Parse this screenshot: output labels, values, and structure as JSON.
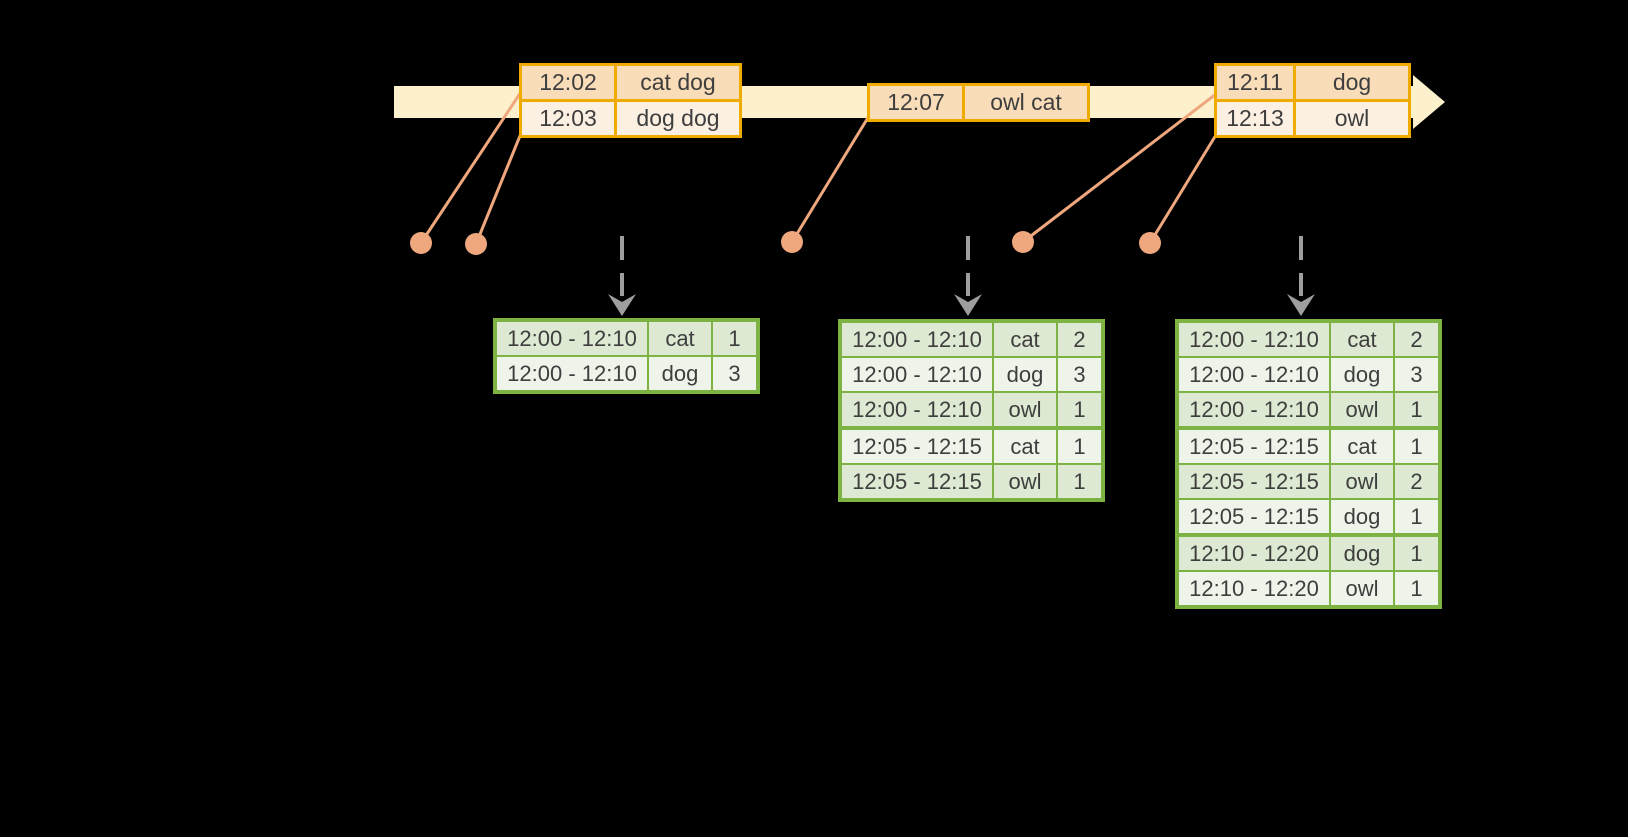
{
  "colors": {
    "background": "#000000",
    "timeline_band": "#FCF1CC",
    "event_table_border": "#F0AB00",
    "event_row_dark": "#F9DCB8",
    "event_row_light": "#FCF0E2",
    "connector": "#EFA77E",
    "dashed_arrow": "#9E9E9E",
    "result_table_border": "#7CB342",
    "result_row_dark": "#DDE9D2",
    "result_row_light": "#EFF4EB",
    "text": "#3E3E3E"
  },
  "timeline": {
    "event_tables": [
      {
        "rows": [
          {
            "time": "12:02",
            "words": "cat dog"
          },
          {
            "time": "12:03",
            "words": "dog dog"
          }
        ]
      },
      {
        "rows": [
          {
            "time": "12:07",
            "words": "owl cat"
          }
        ]
      },
      {
        "rows": [
          {
            "time": "12:11",
            "words": "dog"
          },
          {
            "time": "12:13",
            "words": "owl"
          }
        ]
      }
    ]
  },
  "result_tables": [
    {
      "rows": [
        {
          "window": "12:00 - 12:10",
          "word": "cat",
          "count": "1"
        },
        {
          "window": "12:00 - 12:10",
          "word": "dog",
          "count": "3"
        }
      ]
    },
    {
      "rows": [
        {
          "window": "12:00 - 12:10",
          "word": "cat",
          "count": "2"
        },
        {
          "window": "12:00 - 12:10",
          "word": "dog",
          "count": "3"
        },
        {
          "window": "12:00 - 12:10",
          "word": "owl",
          "count": "1"
        },
        {
          "window": "12:05 - 12:15",
          "word": "cat",
          "count": "1"
        },
        {
          "window": "12:05 - 12:15",
          "word": "owl",
          "count": "1"
        }
      ]
    },
    {
      "rows": [
        {
          "window": "12:00 - 12:10",
          "word": "cat",
          "count": "2"
        },
        {
          "window": "12:00 - 12:10",
          "word": "dog",
          "count": "3"
        },
        {
          "window": "12:00 - 12:10",
          "word": "owl",
          "count": "1"
        },
        {
          "window": "12:05 - 12:15",
          "word": "cat",
          "count": "1"
        },
        {
          "window": "12:05 - 12:15",
          "word": "owl",
          "count": "2"
        },
        {
          "window": "12:05 - 12:15",
          "word": "dog",
          "count": "1"
        },
        {
          "window": "12:10 - 12:20",
          "word": "dog",
          "count": "1"
        },
        {
          "window": "12:10 - 12:20",
          "word": "owl",
          "count": "1"
        }
      ]
    }
  ]
}
